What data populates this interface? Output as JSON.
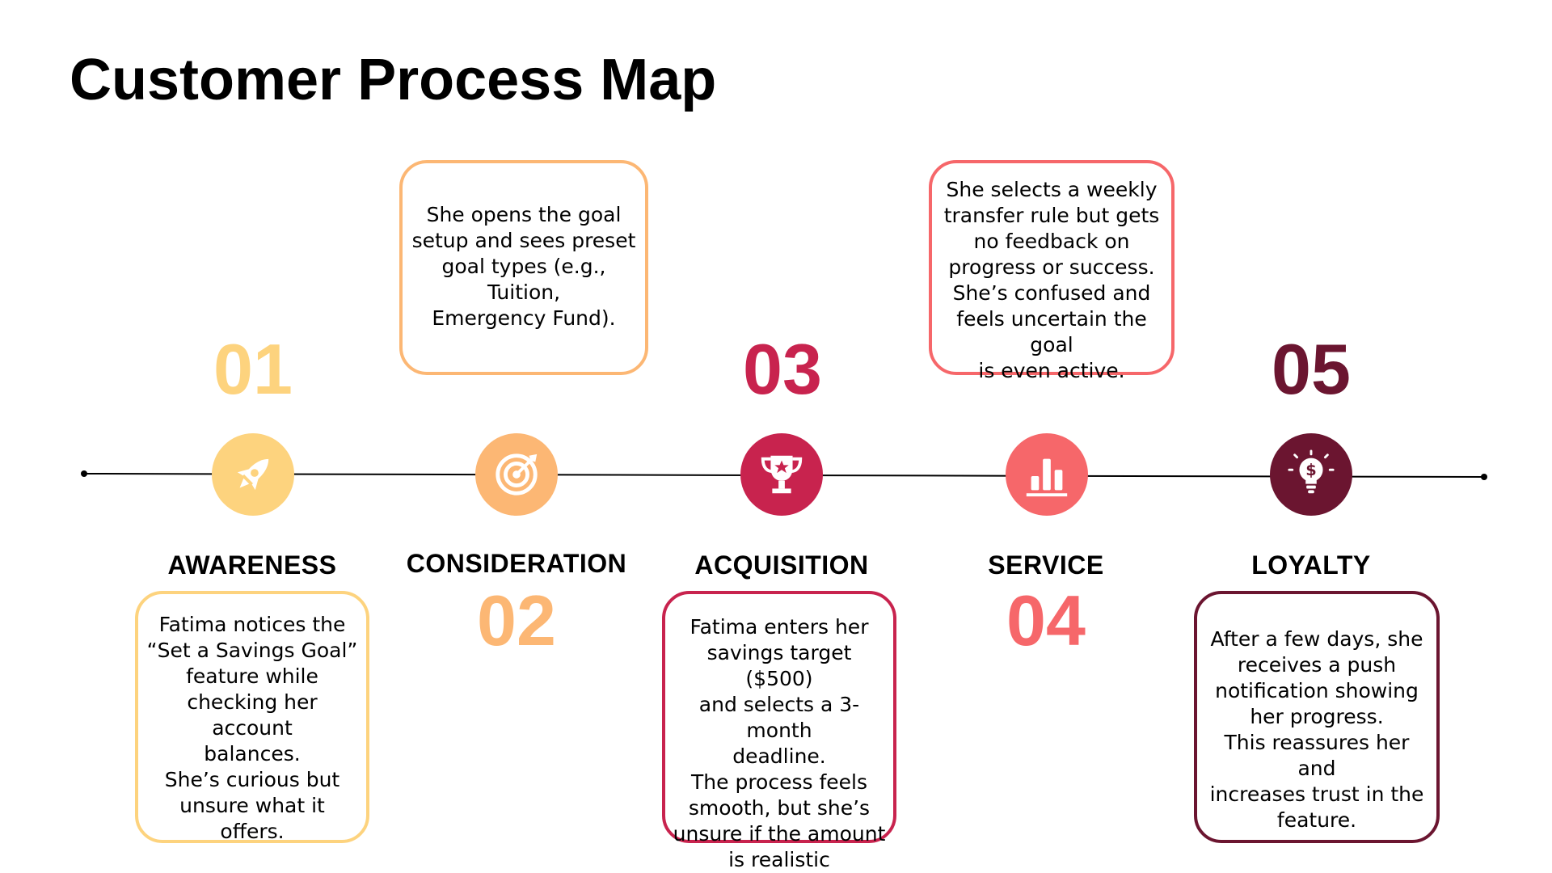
{
  "title": "Customer Process Map",
  "colors": {
    "awareness": "#FDD37E",
    "consideration": "#FCB774",
    "acquisition": "#C8234E",
    "service": "#F6676A",
    "loyalty": "#6B1530",
    "line": "#000000"
  },
  "stages": [
    {
      "number": "01",
      "label": "AWARENESS",
      "icon": "rocket-icon",
      "text": "Fatima notices the\n“Set a Savings Goal”\nfeature while\nchecking her account\nbalances.\nShe’s curious but\nunsure what it offers."
    },
    {
      "number": "02",
      "label": "CONSIDERATION",
      "icon": "target-icon",
      "text": "She opens the goal\nsetup and sees preset\ngoal types (e.g., Tuition,\nEmergency Fund)."
    },
    {
      "number": "03",
      "label": "ACQUISITION",
      "icon": "trophy-icon",
      "text": "Fatima enters her\nsavings target ($500)\nand selects a 3-month\ndeadline.\nThe process feels\nsmooth, but she’s\nunsure if the amount\nis realistic"
    },
    {
      "number": "04",
      "label": "SERVICE",
      "icon": "bar-chart-icon",
      "text": "She selects a weekly\ntransfer rule but gets\nno feedback on\nprogress or success.\nShe’s confused and\nfeels uncertain the goal\nis even active."
    },
    {
      "number": "05",
      "label": "LOYALTY",
      "icon": "money-bulb-icon",
      "text": "After a few days, she\nreceives a push\nnotification showing\nher progress.\nThis reassures her and\nincreases trust in the\nfeature."
    }
  ]
}
